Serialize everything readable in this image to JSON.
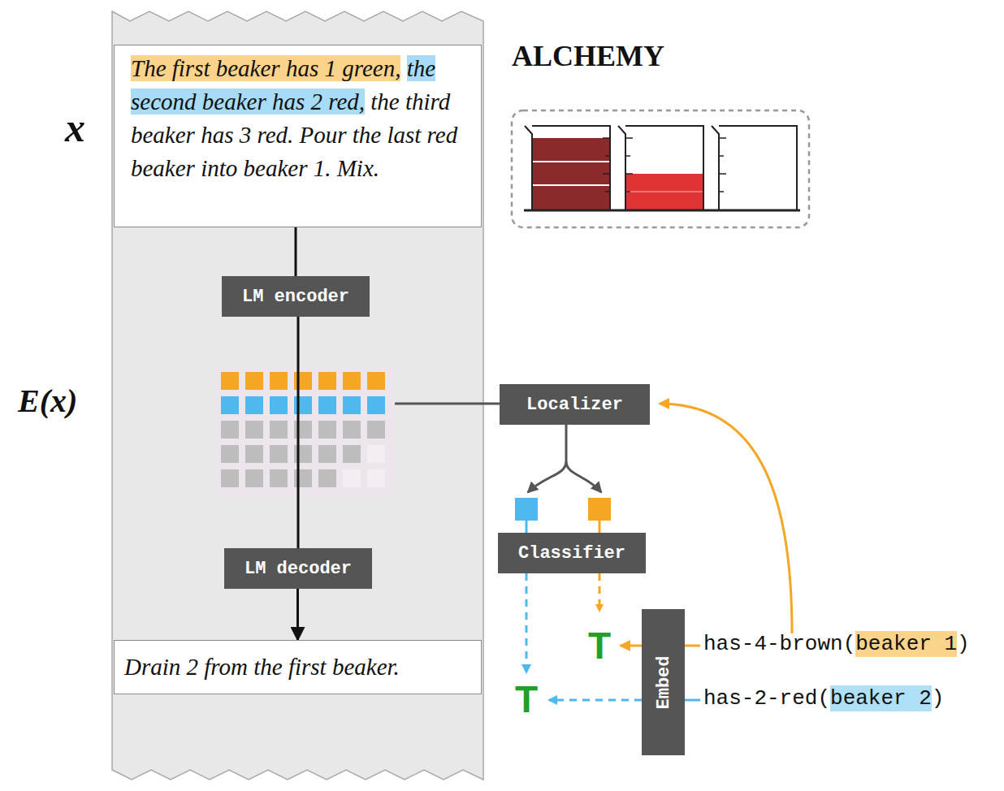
{
  "diagram": {
    "nodes": [
      {
        "text": [
          "The first beaker has 1 green,",
          "the second beaker has 2 red,",
          "the third beaker has 3 red. Pour the last red beaker into beaker 1. Mix."
        ]
      },
      {
        "text": [
          "LM encoder"
        ]
      },
      {
        "text": [
          "LM decoder"
        ]
      },
      {
        "text": [
          "Drain 2 from the first beaker."
        ]
      },
      {
        "text": [
          "Localizer"
        ]
      },
      {
        "text": [
          "Classifier"
        ]
      },
      {
        "text": [
          "Embed"
        ]
      }
    ],
    "edges": [
      {
        "from": 0,
        "to": 1,
        "arrow": "none"
      },
      {
        "from": 1,
        "to": 2,
        "arrow": "none"
      },
      {
        "from": 2,
        "to": 3,
        "arrow": "to"
      }
    ],
    "labels": [
      "x",
      "E(x)",
      "ALCHEMY",
      "T",
      "T",
      "has-4-brown(",
      "beaker 1",
      ")",
      "has-2-red(",
      "beaker 2",
      ")"
    ]
  }
}
